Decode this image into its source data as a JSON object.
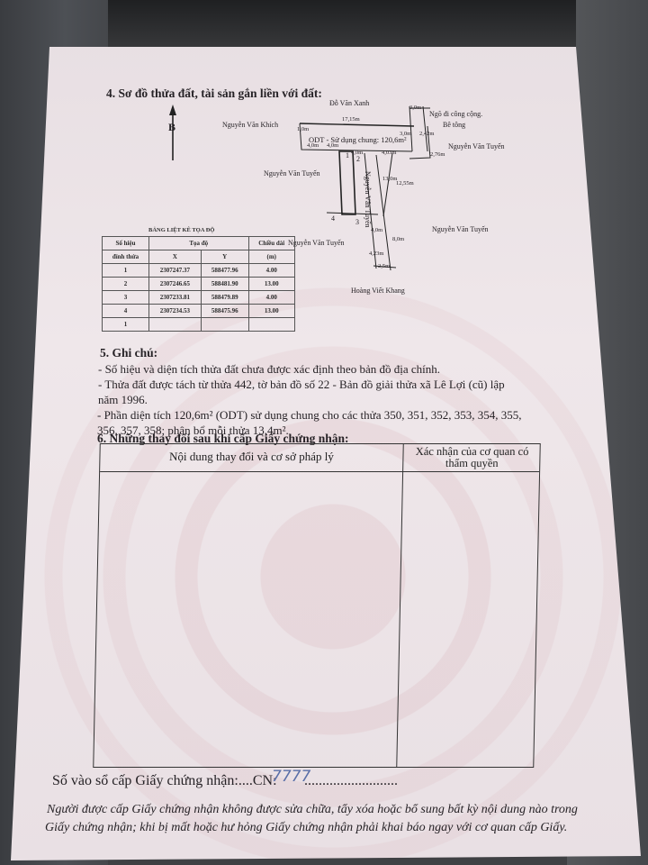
{
  "section4": {
    "heading": "4. Sơ đồ thửa đất, tài sản gắn liền với đất:",
    "north": "B",
    "neighbors": {
      "top_right": "Đỗ Văn Xanh",
      "top_left": "Nguyễn Văn Khích",
      "left_mid": "Nguyễn Văn Tuyến",
      "right_top": "Nguyễn Văn Tuyến",
      "right_mid": "Nguyễn Văn Tuyến",
      "bottom_left": "Nguyễn Văn Tuyến",
      "bottom": "Hoàng Viết Khang",
      "road": "Ngõ đi công cộng.",
      "road_type": "Bê tông",
      "strip_label": "Nguyễn Văn Tuyến"
    },
    "parcel_label": "ODT - Sử dụng chung: 120,6m²",
    "dimensions": [
      "17,15m",
      "3,0m",
      "3,0m",
      "2,42m",
      "4,0m",
      "4,0m",
      "4,0m",
      "4,03m",
      "2,76m",
      "13,0m",
      "12,55m",
      "4,0m",
      "4,23m",
      "8,0m",
      "2,5m",
      "1,0m"
    ],
    "points": [
      "1",
      "2",
      "3",
      "4"
    ]
  },
  "coord_table": {
    "title": "BẢNG LIỆT KÊ TỌA ĐỘ",
    "h_point": "Số hiệu",
    "h_point2": "đỉnh thửa",
    "h_coord": "Tọa độ",
    "h_x": "X",
    "h_y": "Y",
    "h_len": "Chiều dài",
    "h_len_unit": "(m)",
    "rows": [
      {
        "id": "1",
        "x": "2307247.37",
        "y": "588477.96"
      },
      {
        "id": "2",
        "x": "2307246.65",
        "y": "588481.90"
      },
      {
        "id": "3",
        "x": "2307233.81",
        "y": "588479.89"
      },
      {
        "id": "4",
        "x": "2307234.53",
        "y": "588475.96"
      },
      {
        "id": "1",
        "x": "",
        "y": ""
      }
    ],
    "lengths": [
      "4.00",
      "13.00",
      "4.00",
      "13.00"
    ]
  },
  "section5": {
    "heading": "5. Ghi chú:",
    "lines": [
      "- Số hiệu và diện tích thửa đất chưa được xác định theo bản đồ địa chính.",
      "- Thửa đất được tách từ thửa 442, tờ bản đồ số 22 - Bản đồ giải thửa xã Lê Lợi (cũ) lập",
      "năm 1996.",
      "- Phần diện tích 120,6m² (ODT) sử dụng chung cho các thửa 350, 351, 352, 353, 354, 355,",
      "356, 357, 358; phân bổ mỗi thửa 13,4m²."
    ]
  },
  "section6": {
    "heading": "6. Những thay đổi sau khi cấp Giấy chứng nhận:",
    "col1": "Nội dung thay đổi và cơ sở pháp lý",
    "col2": "Xác nhận của cơ quan có thẩm quyền"
  },
  "footer": {
    "register_label": "Số vào sổ cấp Giấy chứng nhận:....CN:",
    "register_no": "7777",
    "dots": "..........................",
    "warning1": "Người được cấp Giấy chứng nhận không được sửa chữa, tẩy xóa hoặc bổ sung bất kỳ nội dung nào trong",
    "warning2": "Giấy chứng nhận; khi bị mất hoặc hư hỏng Giấy chứng nhận phải khai báo ngay với cơ quan cấp Giấy."
  }
}
